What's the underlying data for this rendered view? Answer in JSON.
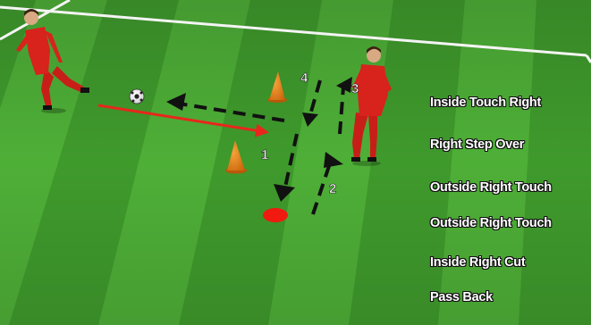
{
  "diagram": {
    "colors": {
      "grass_dark": "#3b9428",
      "grass_light": "#52b33a",
      "pass_arrow": "#e8261c",
      "run_arrow": "#111111",
      "cone": "#e07b10",
      "marker_disc": "#f01a10",
      "player_kit": "#d8221c"
    },
    "path_numbers": [
      "1",
      "2",
      "3",
      "4"
    ],
    "steps": [
      "Inside Touch Right",
      "Right Step Over",
      "Outside Right Touch",
      "Outside Right Touch",
      "Inside Right Cut",
      "Pass Back"
    ]
  }
}
